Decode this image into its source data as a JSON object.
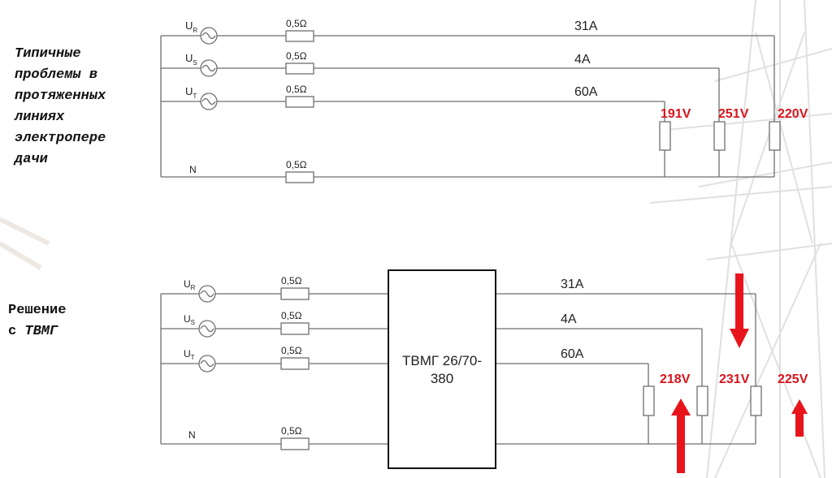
{
  "colors": {
    "wire": "#6e6e6e",
    "text": "#222222",
    "voltage": "#d8141c",
    "arrow": "#e8141c"
  },
  "headings": {
    "problem": [
      "Типичные",
      "проблемы в",
      "протяженных",
      "линиях",
      "электропере",
      "дачи"
    ],
    "solution_line1": "Решение",
    "solution_line2_prefix": "с",
    "solution_line2_em": "ТВМГ"
  },
  "top_circuit": {
    "sources": [
      {
        "name": "U",
        "sub": "R"
      },
      {
        "name": "U",
        "sub": "S"
      },
      {
        "name": "U",
        "sub": "T"
      }
    ],
    "neutral_label": "N",
    "line_resistance": "0,5Ω",
    "currents": [
      "31A",
      "4A",
      "60A"
    ],
    "load_voltages": [
      "191V",
      "251V",
      "220V"
    ]
  },
  "bottom_circuit": {
    "sources": [
      {
        "name": "U",
        "sub": "R"
      },
      {
        "name": "U",
        "sub": "S"
      },
      {
        "name": "U",
        "sub": "T"
      }
    ],
    "neutral_label": "N",
    "line_resistance": "0,5Ω",
    "device_label_line1": "ТВМГ 26/70-",
    "device_label_line2": "380",
    "currents": [
      "31A",
      "4A",
      "60A"
    ],
    "load_voltages": [
      "218V",
      "231V",
      "225V"
    ],
    "arrows": [
      "up",
      "down",
      "up"
    ]
  }
}
